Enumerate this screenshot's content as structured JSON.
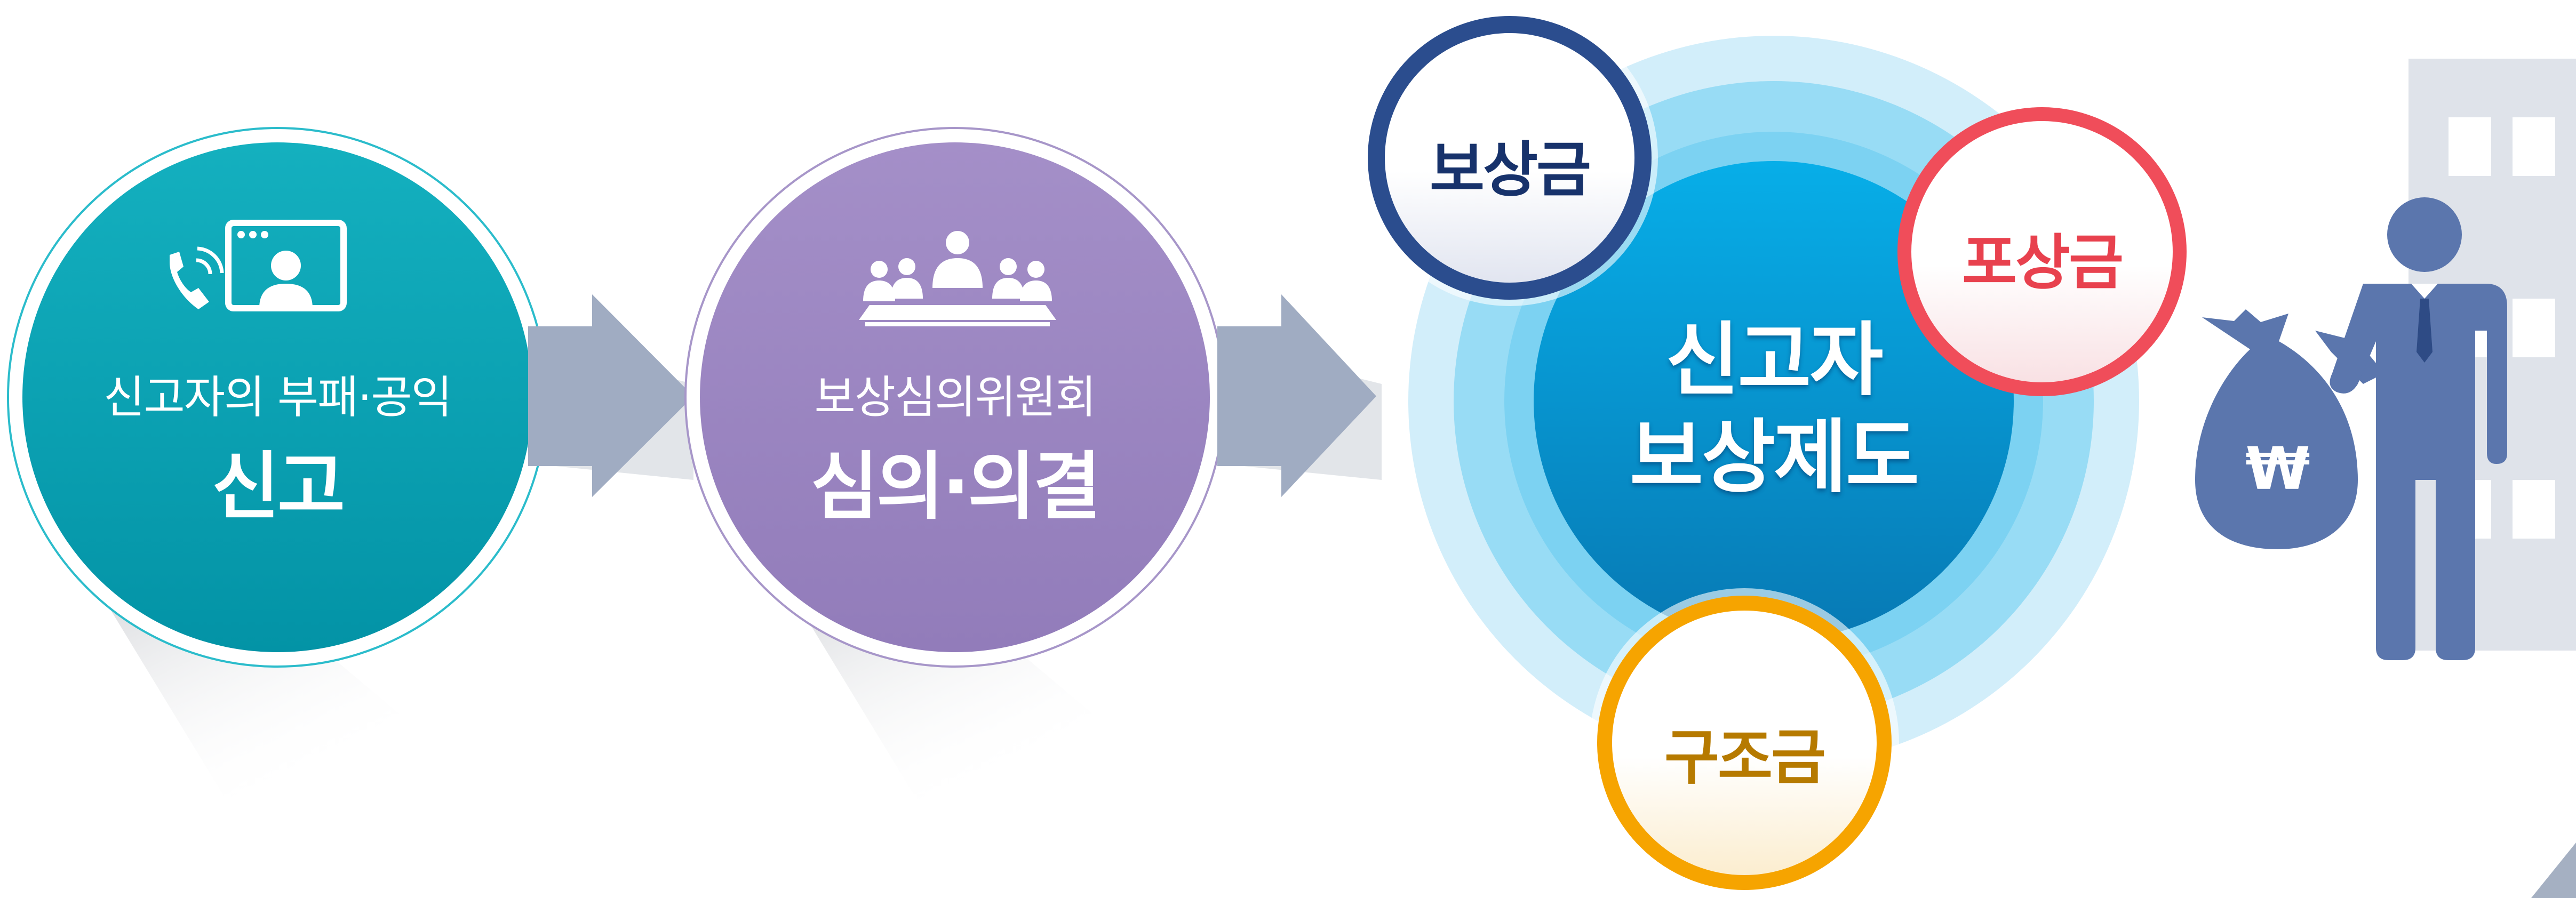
{
  "steps": [
    {
      "id": "report",
      "subtitle": "신고자의 부패·공익",
      "title": "신고",
      "icon": "phone-video-call-icon",
      "color": "#0aa3b4"
    },
    {
      "id": "review",
      "subtitle": "보상심의위원회",
      "title": "심의·의결",
      "icon": "committee-meeting-icon",
      "color": "#9c86c1"
    }
  ],
  "center": {
    "line1": "신고자",
    "line2": "보상제도",
    "color": "#0a93cf"
  },
  "orbs": [
    {
      "id": "compensation",
      "label": "보상금",
      "ring_color": "#2b4d8e",
      "text_color": "#17326b"
    },
    {
      "id": "reward",
      "label": "포상금",
      "ring_color": "#f04d5a",
      "text_color": "#e8414e"
    },
    {
      "id": "relief",
      "label": "구조금",
      "ring_color": "#f6a400",
      "text_color": "#b67a00"
    }
  ],
  "illustration": {
    "icon": "businessman-money-bag-icon",
    "currency_symbol": "₩",
    "figure_color": "#5b76ad",
    "building_color": "#dfe3ea"
  }
}
